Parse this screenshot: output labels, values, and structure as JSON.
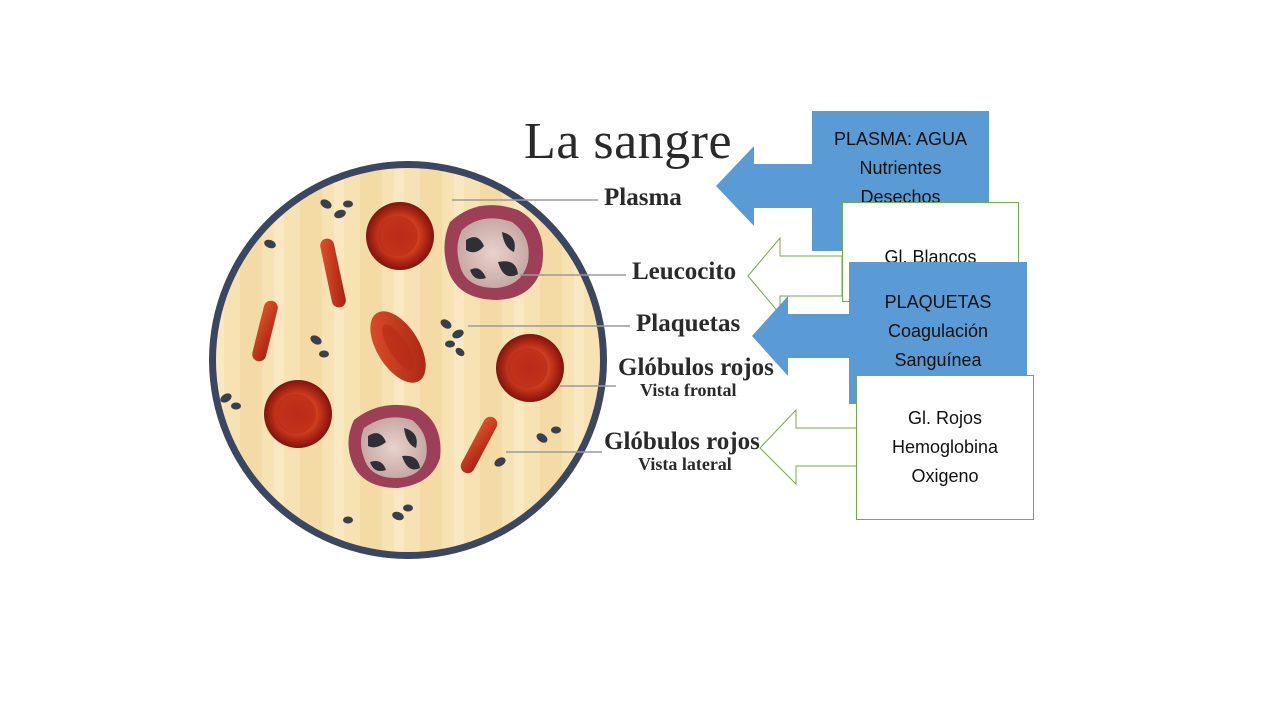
{
  "diagram": {
    "title": "La sangre",
    "labels": {
      "plasma": "Plasma",
      "leucocito": "Leucocito",
      "plaquetas": "Plaquetas",
      "globulos_frontal": "Glóbulos rojos",
      "vista_frontal": "Vista frontal",
      "globulos_lateral": "Glóbulos rojos",
      "vista_lateral": "Vista lateral"
    }
  },
  "callouts": {
    "plasma": {
      "line1": "PLASMA: AGUA",
      "line2": "Nutrientes",
      "line3": "Desechos"
    },
    "blancos": {
      "line1": "Gl. Blancos"
    },
    "plaquetas": {
      "line1": "PLAQUETAS",
      "line2": "Coagulación",
      "line3": "Sanguínea"
    },
    "rojos": {
      "line1": "Gl. Rojos",
      "line2": "Hemoglobina",
      "line3": "Oxigeno"
    }
  },
  "colors": {
    "callout_blue": "#5b9bd5",
    "callout_border_green": "#70ad47",
    "circle_ring": "#3b4660",
    "plasma_fill": "#f6dfb0",
    "red_cell": "#c0301a",
    "leucocyte_membrane": "#9c3f57"
  }
}
